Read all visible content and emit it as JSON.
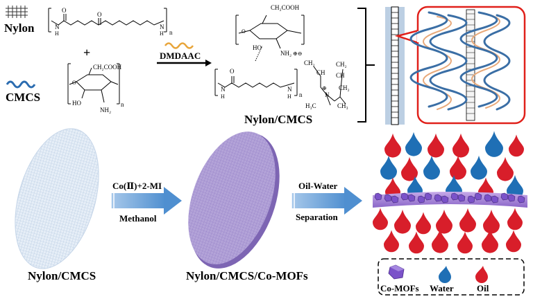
{
  "labels": {
    "nylon": "Nylon",
    "plus": "+",
    "cmcs": "CMCS",
    "crosslinker": "DMDAAC",
    "product_top": "Nylon/CMCS",
    "step1_top": "Co(Ⅱ)+2-MI",
    "step1_bottom": "Methanol",
    "step2_top": "Oil-Water",
    "step2_bottom": "Separation",
    "membrane_left": "Nylon/CMCS",
    "membrane_mid": "Nylon/CMCS/Co-MOFs"
  },
  "chem": {
    "cooh1": "CH₂COOH",
    "cooh2": "CH₂COOH",
    "o": "O",
    "n": "N",
    "h": "H",
    "ho": "HO",
    "nh2": "NH₂",
    "sub_n": "n",
    "ch2": "CH₂",
    "ch": "CH",
    "ch3": "CH₃",
    "h3c": "H₃C",
    "plus_minus": "⊕⊖",
    "plus_circle": "⊕"
  },
  "legend": {
    "items": [
      {
        "icon": "co-mof-crystal-icon",
        "label": "Co-MOFs"
      },
      {
        "icon": "water-drop-icon",
        "label": "Water"
      },
      {
        "icon": "oil-drop-icon",
        "label": "Oil"
      }
    ]
  },
  "colors": {
    "water": "#1f6fb5",
    "oil": "#d81e2a",
    "mof": "#7b52c9",
    "nylon_chain": "#3a6ea5",
    "cmcs_chain": "#e8a97a",
    "arrow": "#5b9bd5",
    "callout": "#e0201a"
  }
}
